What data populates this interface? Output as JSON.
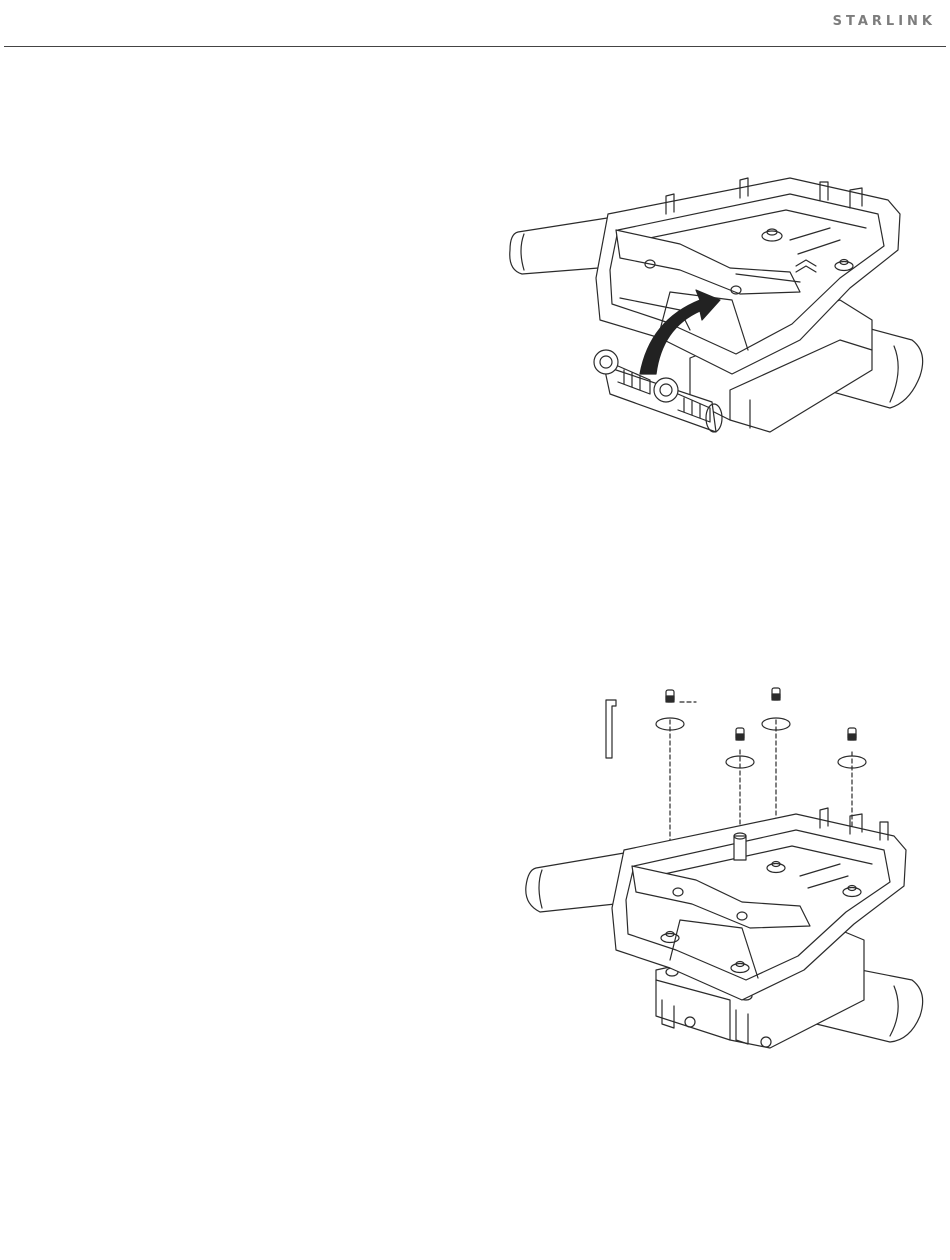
{
  "header": {
    "brand": "STARLINK"
  },
  "colors": {
    "line": "#2b2b2b",
    "arrow": "#222222",
    "brand": "#7d7d7d",
    "rule": "#444444"
  },
  "figures": [
    {
      "id": "figure-1",
      "icons": [
        "mount-bracket-illustration",
        "curved-arrow-icon",
        "bolt-icon"
      ]
    },
    {
      "id": "figure-2",
      "icons": [
        "mount-bracket-illustration",
        "hex-key-icon",
        "screw-icon",
        "rotate-arrow-icon"
      ]
    }
  ]
}
